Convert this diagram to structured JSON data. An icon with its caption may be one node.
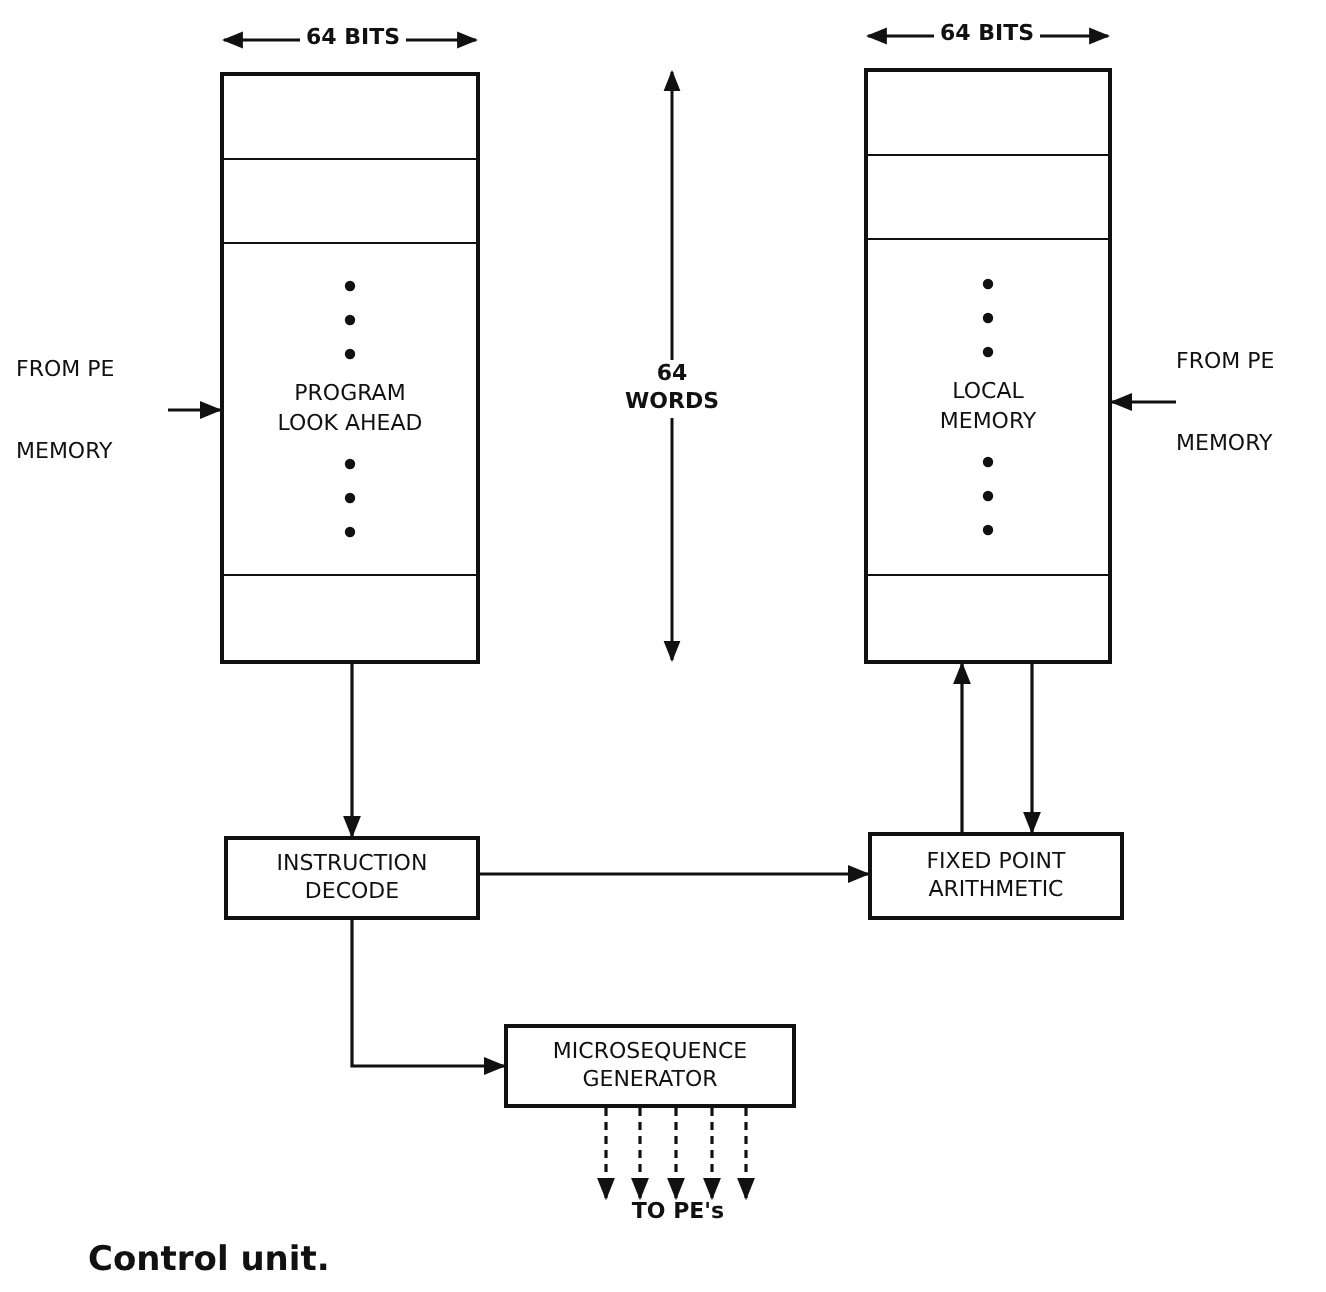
{
  "diagram": {
    "caption": "Control unit.",
    "nodes": [
      {
        "text": [
          "PROGRAM LOOK AHEAD"
        ]
      },
      {
        "text": [
          "LOCAL MEMORY"
        ]
      },
      {
        "text": [
          "FROM PE",
          "MEMORY"
        ]
      },
      {
        "text": [
          "FROM PE",
          "MEMORY"
        ]
      },
      {
        "text": [
          "INSTRUCTION DECODE"
        ]
      },
      {
        "text": [
          "FIXED POINT ARITHMETIC"
        ]
      },
      {
        "text": [
          "MICROSEQUENCE GENERATOR"
        ]
      },
      {
        "text": [
          "TO PE's"
        ]
      }
    ],
    "edges": [
      {
        "from": 2,
        "to": 0,
        "arrow": "to"
      },
      {
        "from": 3,
        "to": 1,
        "arrow": "to"
      },
      {
        "from": 0,
        "to": 4,
        "arrow": "to"
      },
      {
        "from": 4,
        "to": 5,
        "arrow": "to"
      },
      {
        "from": 5,
        "to": 1,
        "arrow": "to"
      },
      {
        "from": 1,
        "to": 5,
        "arrow": "to"
      },
      {
        "from": 4,
        "to": 6,
        "arrow": "to"
      },
      {
        "from": 6,
        "to": 7,
        "arrow": "to",
        "style": "dashed"
      },
      {
        "from": 6,
        "to": 7,
        "arrow": "to",
        "style": "dashed"
      },
      {
        "from": 6,
        "to": 7,
        "arrow": "to",
        "style": "dashed"
      },
      {
        "from": 6,
        "to": 7,
        "arrow": "to",
        "style": "dashed"
      },
      {
        "from": 6,
        "to": 7,
        "arrow": "to",
        "style": "dashed"
      }
    ],
    "labels": [
      "64 BITS",
      "64 BITS",
      "64 WORDS"
    ]
  }
}
